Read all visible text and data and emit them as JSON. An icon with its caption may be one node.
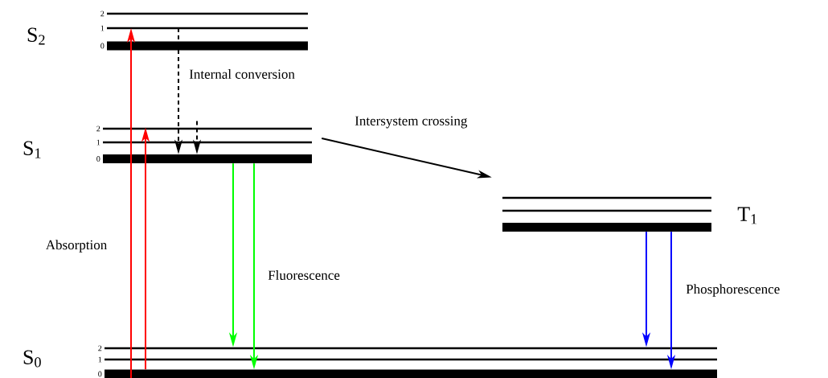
{
  "diagram": {
    "nodes": [
      {
        "text": [],
        "shape": "line",
        "beside": [
          "2"
        ]
      },
      {
        "text": [],
        "shape": "line",
        "beside": [
          "1"
        ]
      },
      {
        "text": [],
        "shape": "bar",
        "beside": [
          "0"
        ]
      },
      {
        "text": [],
        "shape": "line",
        "beside": [
          "2"
        ]
      },
      {
        "text": [],
        "shape": "line",
        "beside": [
          "1"
        ]
      },
      {
        "text": [],
        "shape": "bar",
        "beside": [
          "0"
        ]
      },
      {
        "text": [],
        "shape": "line"
      },
      {
        "text": [],
        "shape": "line"
      },
      {
        "text": [],
        "shape": "bar"
      },
      {
        "text": [],
        "shape": "line",
        "beside": [
          "2"
        ]
      },
      {
        "text": [],
        "shape": "line",
        "beside": [
          "1"
        ]
      },
      {
        "text": [],
        "shape": "bar",
        "beside": [
          "0"
        ]
      }
    ],
    "edges": [
      {
        "from": 11,
        "to": 1,
        "arrow": "to",
        "color": "#ff0000"
      },
      {
        "from": 11,
        "to": 3,
        "arrow": "to",
        "color": "#ff0000"
      },
      {
        "from": 1,
        "to": 5,
        "arrow": "to",
        "style": "dashed"
      },
      {
        "from": 3,
        "to": 5,
        "arrow": "to",
        "style": "dashed"
      },
      {
        "from": 4,
        "to": 6,
        "arrow": "to"
      },
      {
        "from": 5,
        "to": 9,
        "arrow": "to",
        "color": "#00ff00"
      },
      {
        "from": 5,
        "to": 11,
        "arrow": "to",
        "color": "#00ff00"
      },
      {
        "from": 8,
        "to": 9,
        "arrow": "to",
        "color": "#0000ff"
      },
      {
        "from": 8,
        "to": 11,
        "arrow": "to",
        "color": "#0000ff"
      }
    ],
    "labels": [
      "S$_{2}$",
      "Internal conversion",
      "Intersystem crossing",
      "S$_{1}$",
      "T$_{1}$",
      "Absorption",
      "Fluorescence",
      "Phosphorescence",
      "S$_{0}$"
    ]
  }
}
